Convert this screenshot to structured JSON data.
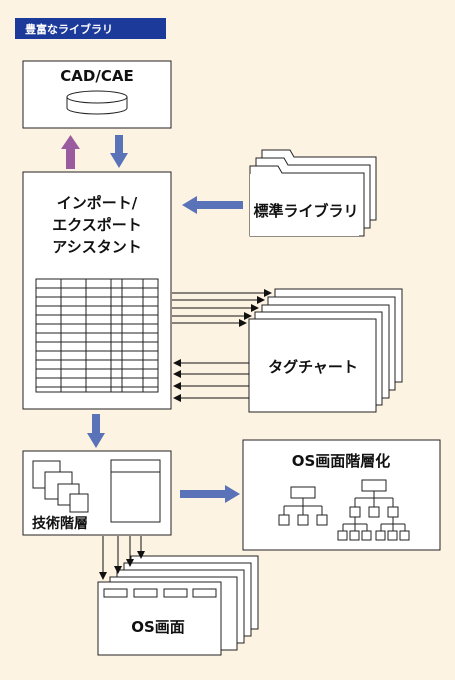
{
  "header": {
    "title": "豊富なライブラリ"
  },
  "nodes": {
    "cad": "CAD/CAE",
    "assistant_line1": "インポート/",
    "assistant_line2": "エクスポート",
    "assistant_line3": "アシスタント",
    "std_library": "標準ライブラリ",
    "tag_chart": "タグチャート",
    "tech_hierarchy": "技術階層",
    "os_hierarchy": "OS画面階層化",
    "os_screen": "OS画面"
  },
  "colors": {
    "background": "#fdf3e3",
    "header": "#1c3a9a",
    "arrow_blue": "#5a73b8",
    "arrow_purple": "#9a5c9e"
  }
}
